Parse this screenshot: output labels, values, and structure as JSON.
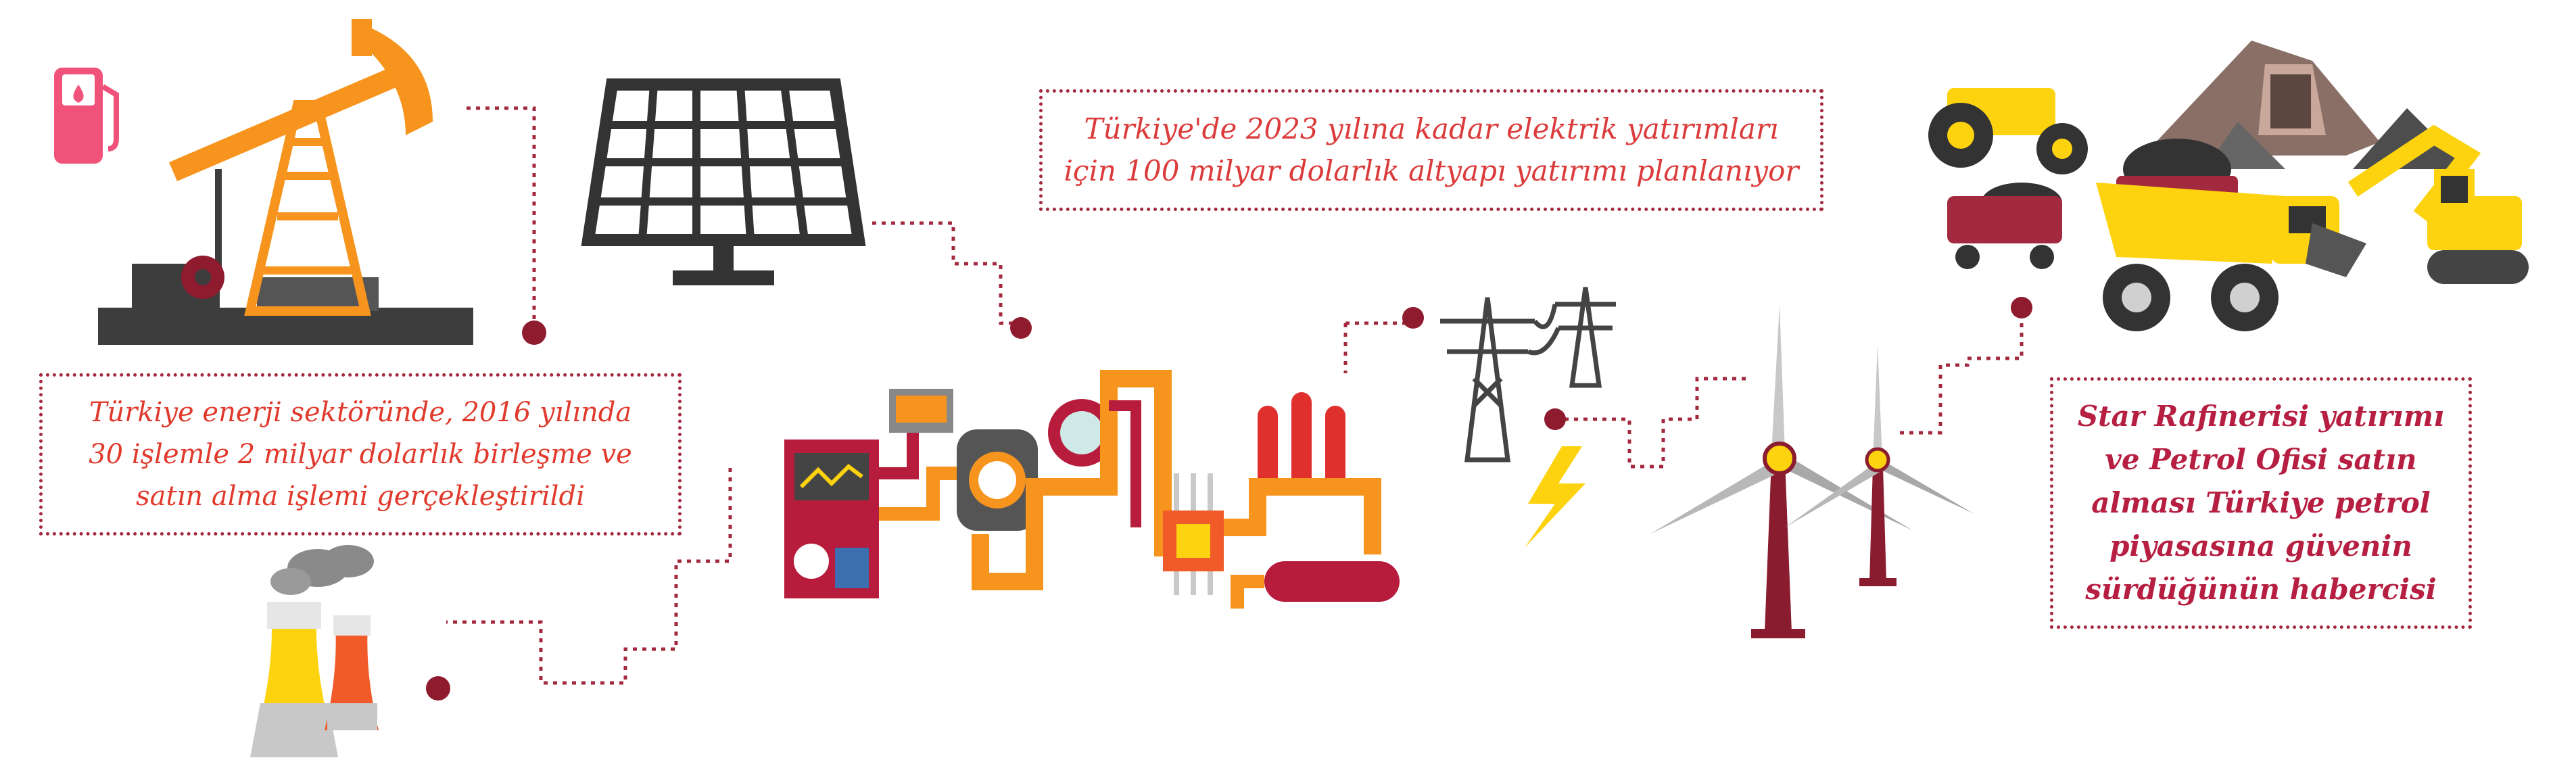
{
  "captions": {
    "left": [
      "Türkiye enerji sektöründe, 2016 yılında",
      "30 işlemle 2 milyar dolarlık birleşme ve",
      "satın alma işlemi gerçekleştirildi"
    ],
    "top": [
      "Türkiye'de 2023 yılına kadar elektrik yatırımları",
      "için 100 milyar dolarlık altyapı yatırımı planlanıyor"
    ],
    "right": [
      "Star Rafinerisi yatırımı",
      "ve Petrol Ofisi satın",
      "alması Türkiye petrol",
      "piyasasına güvenin",
      "sürdüğünün habercisi"
    ]
  },
  "colors": {
    "accent_red": "#a3293f",
    "caption_red": "#e0302e",
    "orange": "#f7941d",
    "dark_gray": "#3d3d3d",
    "yellow": "#fdd20f",
    "turbine_red": "#8a1c2f"
  },
  "icons": [
    "fuel-pump-icon",
    "oil-pumpjack-icon",
    "solar-panel-icon",
    "power-plant-icon",
    "pipeline-machine-icon",
    "power-tower-icon",
    "lightning-icon",
    "wind-turbine-icon",
    "mining-equipment-icon"
  ]
}
